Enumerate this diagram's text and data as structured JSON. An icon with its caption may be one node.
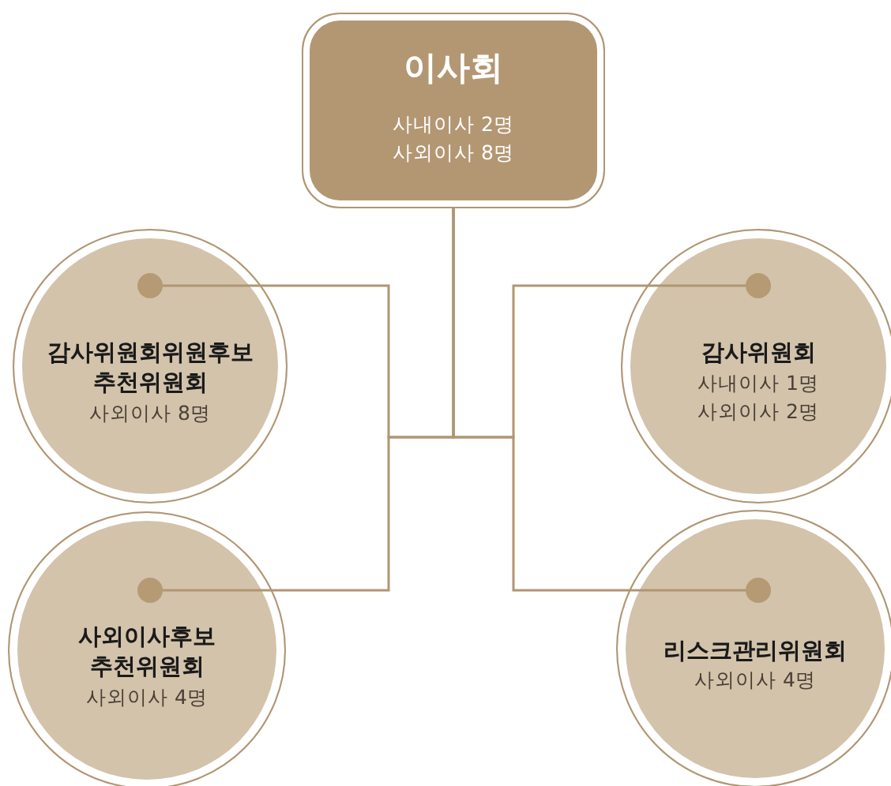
{
  "diagram": {
    "nodes": [
      {
        "text": [
          "이사회",
          "사내이사 2명 사외이사 8명"
        ]
      },
      {
        "text": [
          "감사위원회위원후보 추천위원회",
          "사외이사 8명"
        ]
      },
      {
        "text": [
          "감사위원회",
          "사내이사 1명 사외이사 2명"
        ]
      },
      {
        "text": [
          "사외이사후보 추천위원회",
          "사외이사 4명"
        ]
      },
      {
        "text": [
          "리스크관리위원회",
          "사외이사 4명"
        ]
      }
    ],
    "edges": [
      {
        "from": 0,
        "to": 1,
        "arrow": "none"
      },
      {
        "from": 0,
        "to": 2,
        "arrow": "none"
      },
      {
        "from": 0,
        "to": 3,
        "arrow": "none"
      },
      {
        "from": 0,
        "to": 4,
        "arrow": "none"
      }
    ]
  }
}
